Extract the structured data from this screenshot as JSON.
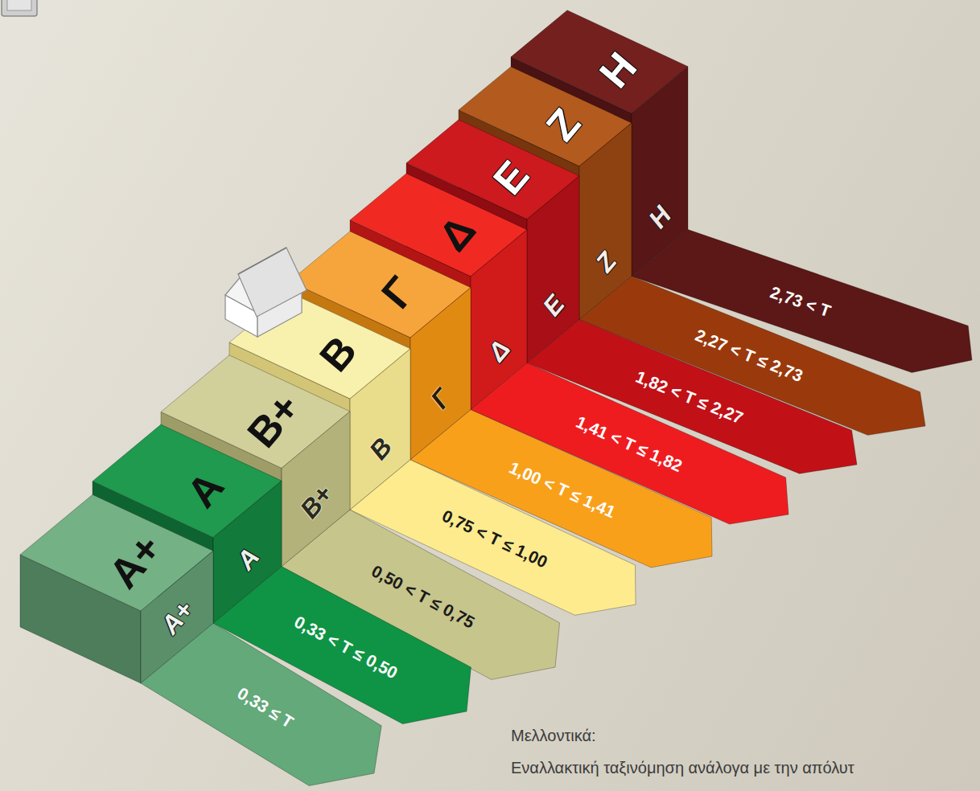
{
  "diagram": {
    "nodes": [
      {
        "text": [
          "Α+",
          "Α+"
        ]
      },
      {
        "text": [
          "Α",
          "Α"
        ]
      },
      {
        "text": [
          "Β+",
          "Β+"
        ]
      },
      {
        "text": [
          "Β",
          "Β"
        ]
      },
      {
        "text": [
          "Γ",
          "Γ"
        ]
      },
      {
        "text": [
          "Δ",
          "Δ"
        ]
      },
      {
        "text": [
          "Ε",
          "Ε"
        ]
      },
      {
        "text": [
          "Ζ",
          "Ζ"
        ]
      },
      {
        "text": [
          "Η",
          "Η"
        ]
      },
      {
        "text": [
          "0,33 ≤ T"
        ]
      },
      {
        "text": [
          "0,33 < T ≤ 0,50"
        ]
      },
      {
        "text": [
          "0,50 < T ≤ 0,75"
        ]
      },
      {
        "text": [
          "0,75 < T ≤ 1,00"
        ]
      },
      {
        "text": [
          "1,00 < T ≤ 1,41"
        ]
      },
      {
        "text": [
          "1,41 < T ≤ 1,82"
        ]
      },
      {
        "text": [
          "1,82 < T ≤ 2,27"
        ]
      },
      {
        "text": [
          "2,27 < T ≤ 2,73"
        ]
      },
      {
        "text": [
          "2,73 < T"
        ]
      }
    ],
    "labels": [
      "Μελλοντικά:",
      "Εναλλακτική ταξινόμηση ανάλογα με την απόλυτ"
    ]
  }
}
